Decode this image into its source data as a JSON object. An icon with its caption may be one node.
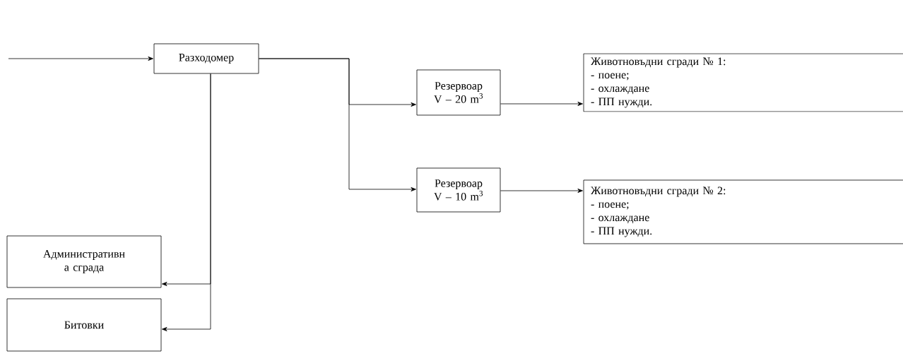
{
  "diagram": {
    "nodes": [
      {
        "text": [
          "Разходомер"
        ]
      },
      {
        "text": [
          "Резервоар V – 20 m$^{3}$"
        ]
      },
      {
        "text": [
          "Животновъдни сгради № 1:",
          "- поене;",
          "- охлаждане",
          "- ПП нужди."
        ]
      },
      {
        "text": [
          "Резервоар V – 10 m$^{3}$"
        ]
      },
      {
        "text": [
          "Животновъдни сгради № 2:",
          "- поене;",
          "- охлаждане",
          "- ПП нужди."
        ]
      },
      {
        "text": [
          "Административн а сграда"
        ]
      },
      {
        "text": [
          "Битовки"
        ]
      }
    ],
    "edges": [
      {
        "from": null,
        "to": 0,
        "arrow": "to"
      },
      {
        "from": 0,
        "to": 1,
        "arrow": "to"
      },
      {
        "from": 0,
        "to": 3,
        "arrow": "to"
      },
      {
        "from": 1,
        "to": 2,
        "arrow": "to"
      },
      {
        "from": 3,
        "to": 4,
        "arrow": "to"
      },
      {
        "from": 0,
        "to": 5,
        "arrow": "to"
      },
      {
        "from": 0,
        "to": 6,
        "arrow": "to"
      }
    ]
  }
}
